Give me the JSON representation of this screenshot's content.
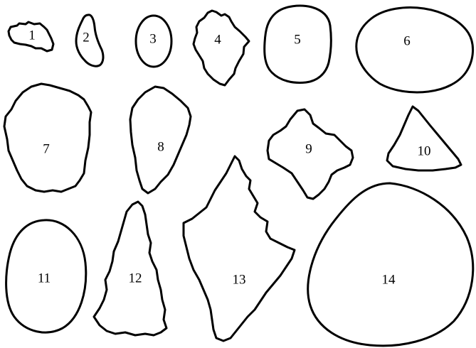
{
  "colors": {
    "background": "#ffffff",
    "outline": "#000000",
    "label": "#000000"
  },
  "shapes": [
    {
      "label": "1"
    },
    {
      "label": "2"
    },
    {
      "label": "3"
    },
    {
      "label": "4"
    },
    {
      "label": "5"
    },
    {
      "label": "6"
    },
    {
      "label": "7"
    },
    {
      "label": "8"
    },
    {
      "label": "9"
    },
    {
      "label": "10"
    },
    {
      "label": "11"
    },
    {
      "label": "12"
    },
    {
      "label": "13"
    },
    {
      "label": "14"
    }
  ]
}
